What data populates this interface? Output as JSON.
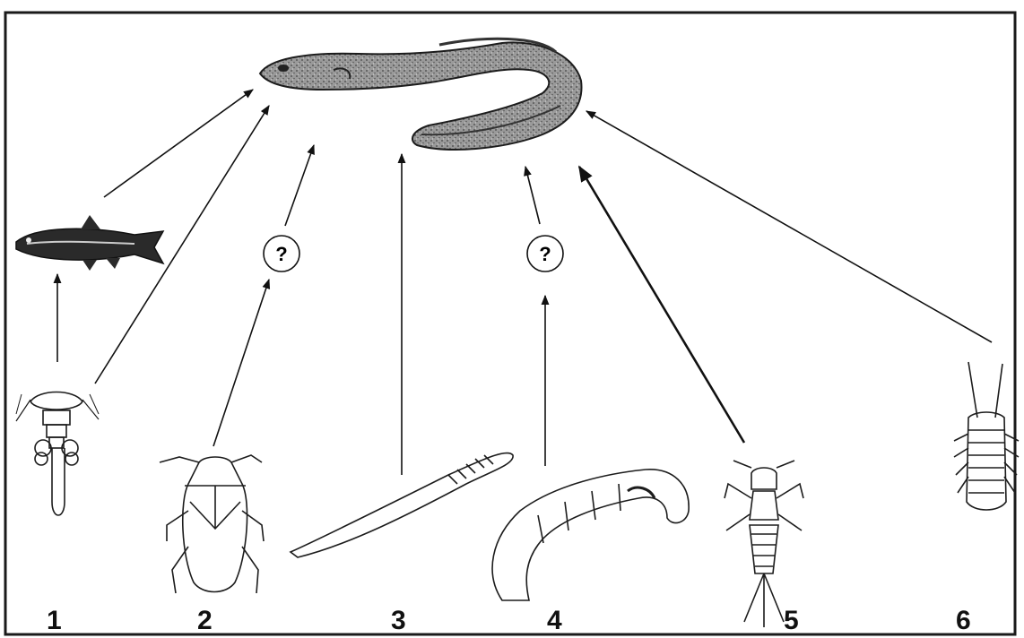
{
  "diagram": {
    "labels": {
      "n1": "1",
      "n2": "2",
      "n3": "3",
      "n4": "4",
      "n5": "5",
      "n6": "6"
    },
    "unknown_marks": {
      "q1": "?",
      "q2": "?"
    },
    "colors": {
      "frame": "#1a1a1a",
      "arrow": "#111111",
      "eel_fill": "#8a8a8a",
      "ink": "#1c1c1c"
    }
  }
}
